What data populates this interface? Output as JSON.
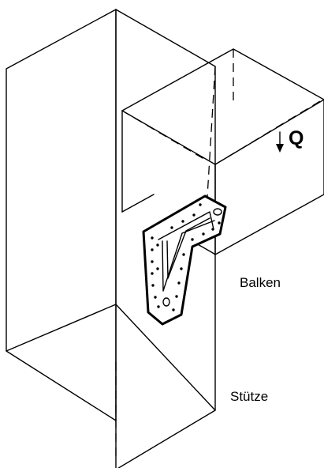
{
  "labels": {
    "load": "Q",
    "beam": "Balken",
    "column": "Stütze"
  }
}
